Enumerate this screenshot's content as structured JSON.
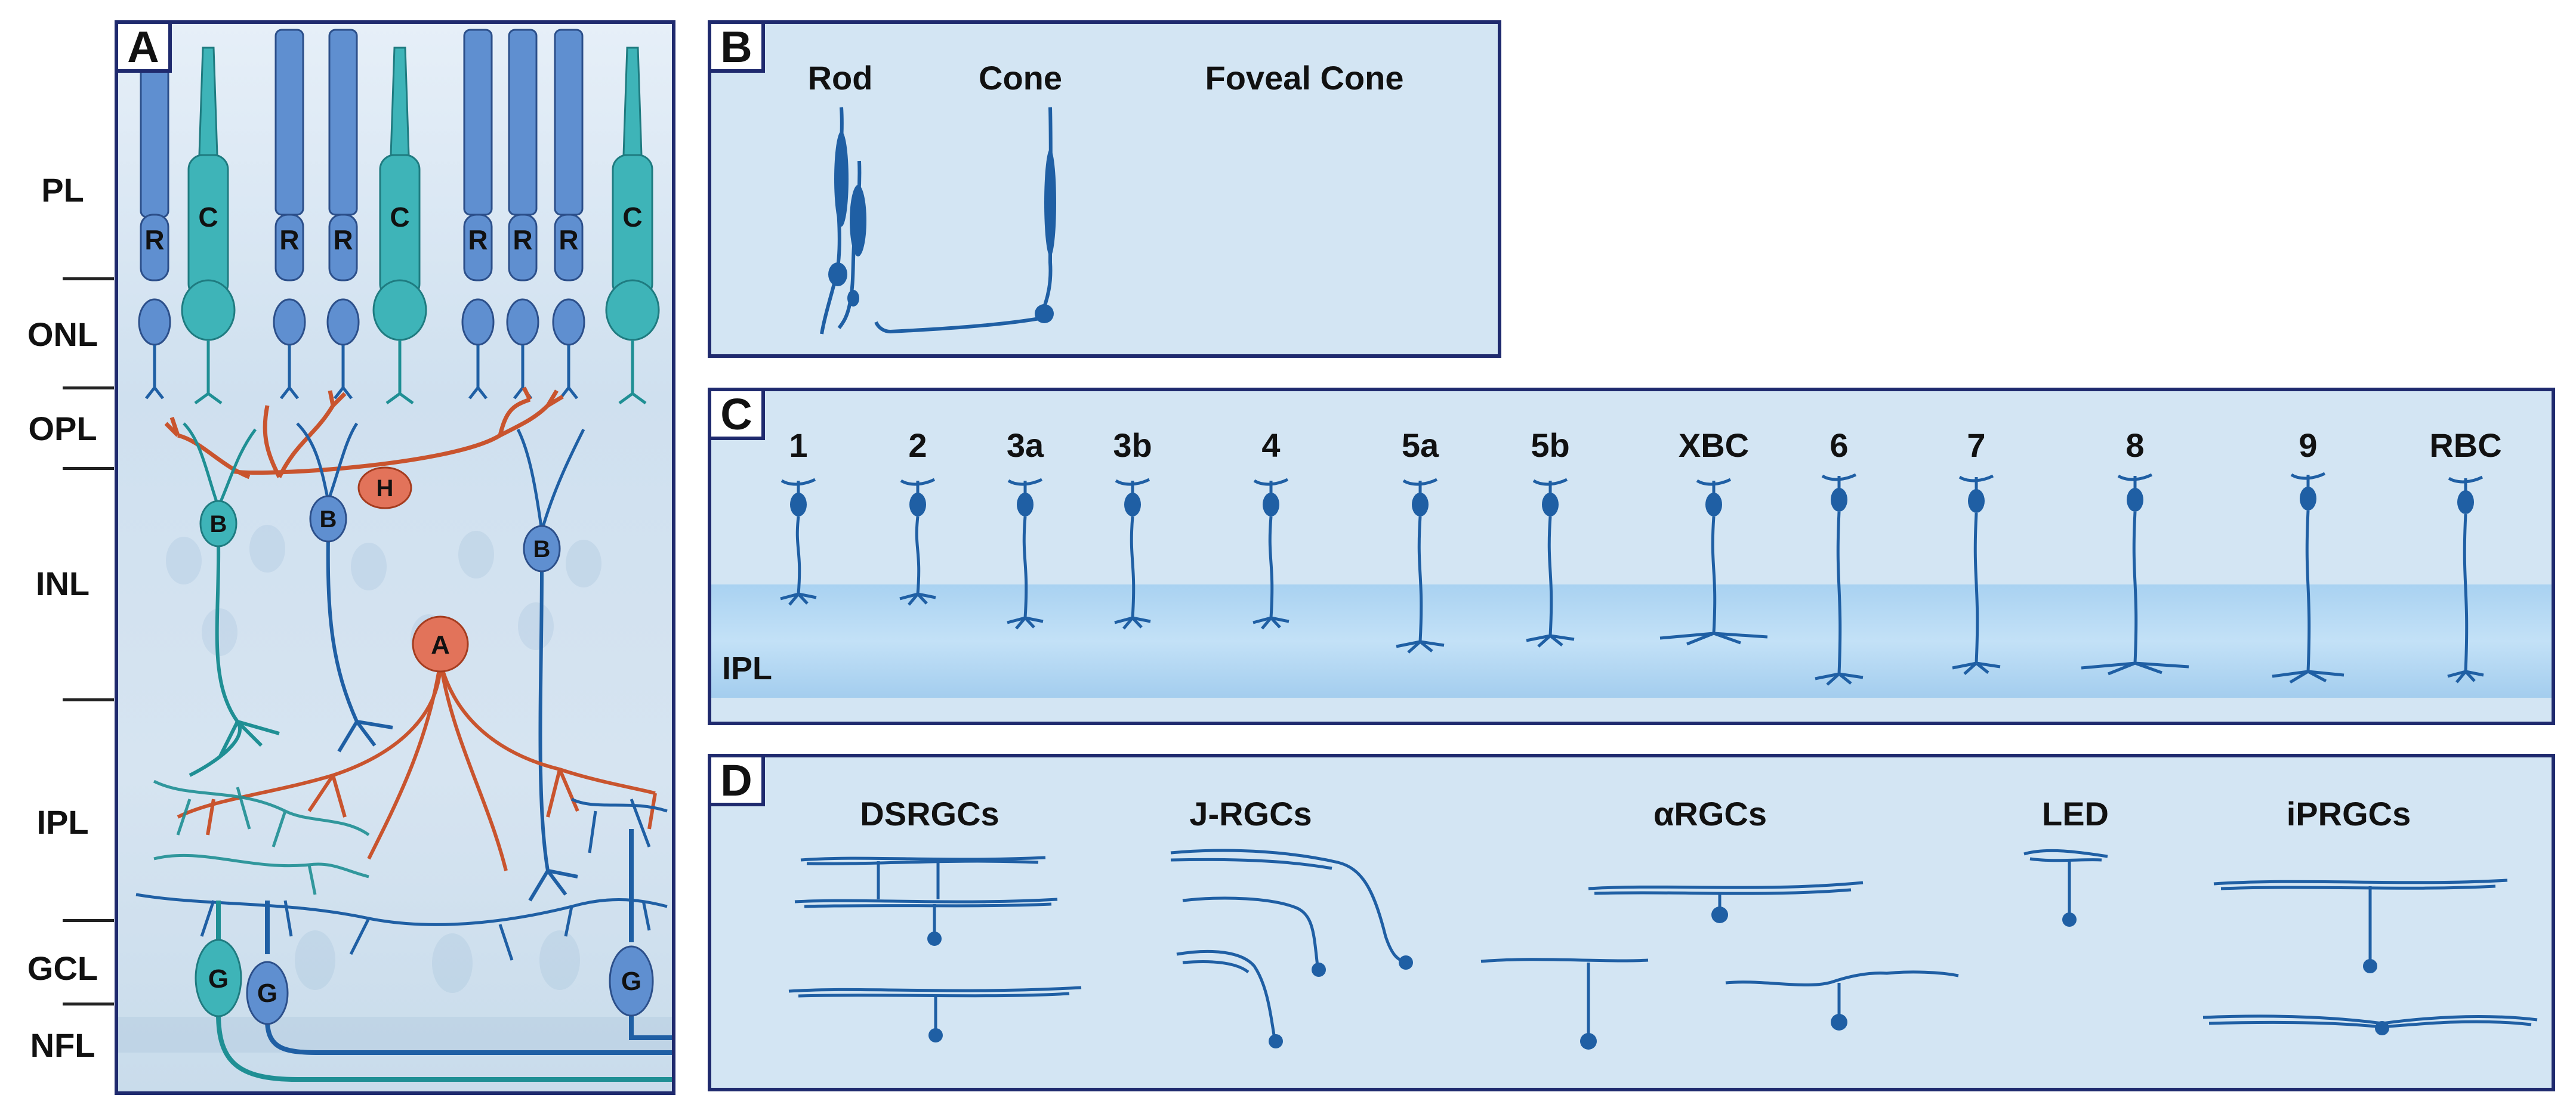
{
  "colors": {
    "rod": "#5f8fd0",
    "cone": "#3eb4b8",
    "neuron": "#1f5fa4",
    "horizontal": "#c9542e",
    "panel_bg": "#d3e5f3",
    "border": "#1f2a6e"
  },
  "panel_a": {
    "letter": "A",
    "layers": [
      "PL",
      "ONL",
      "OPL",
      "INL",
      "IPL",
      "GCL",
      "NFL"
    ],
    "photoreceptor_labels": [
      "R",
      "C",
      "R",
      "R",
      "C",
      "R",
      "R",
      "R",
      "C"
    ],
    "bipolar_labels": [
      "B",
      "B",
      "B"
    ],
    "horizontal_label": "H",
    "amacrine_label": "A",
    "ganglion_labels": [
      "G",
      "G",
      "G"
    ]
  },
  "panel_b": {
    "letter": "B",
    "cells": [
      "Rod",
      "Cone",
      "Foveal Cone"
    ]
  },
  "panel_c": {
    "letter": "C",
    "types": [
      "1",
      "2",
      "3a",
      "3b",
      "4",
      "5a",
      "5b",
      "XBC",
      "6",
      "7",
      "8",
      "9",
      "RBC"
    ],
    "layer_label": "IPL"
  },
  "panel_d": {
    "letter": "D",
    "groups": [
      "DSRGCs",
      "J-RGCs",
      "αRGCs",
      "LED",
      "iPRGCs"
    ]
  }
}
